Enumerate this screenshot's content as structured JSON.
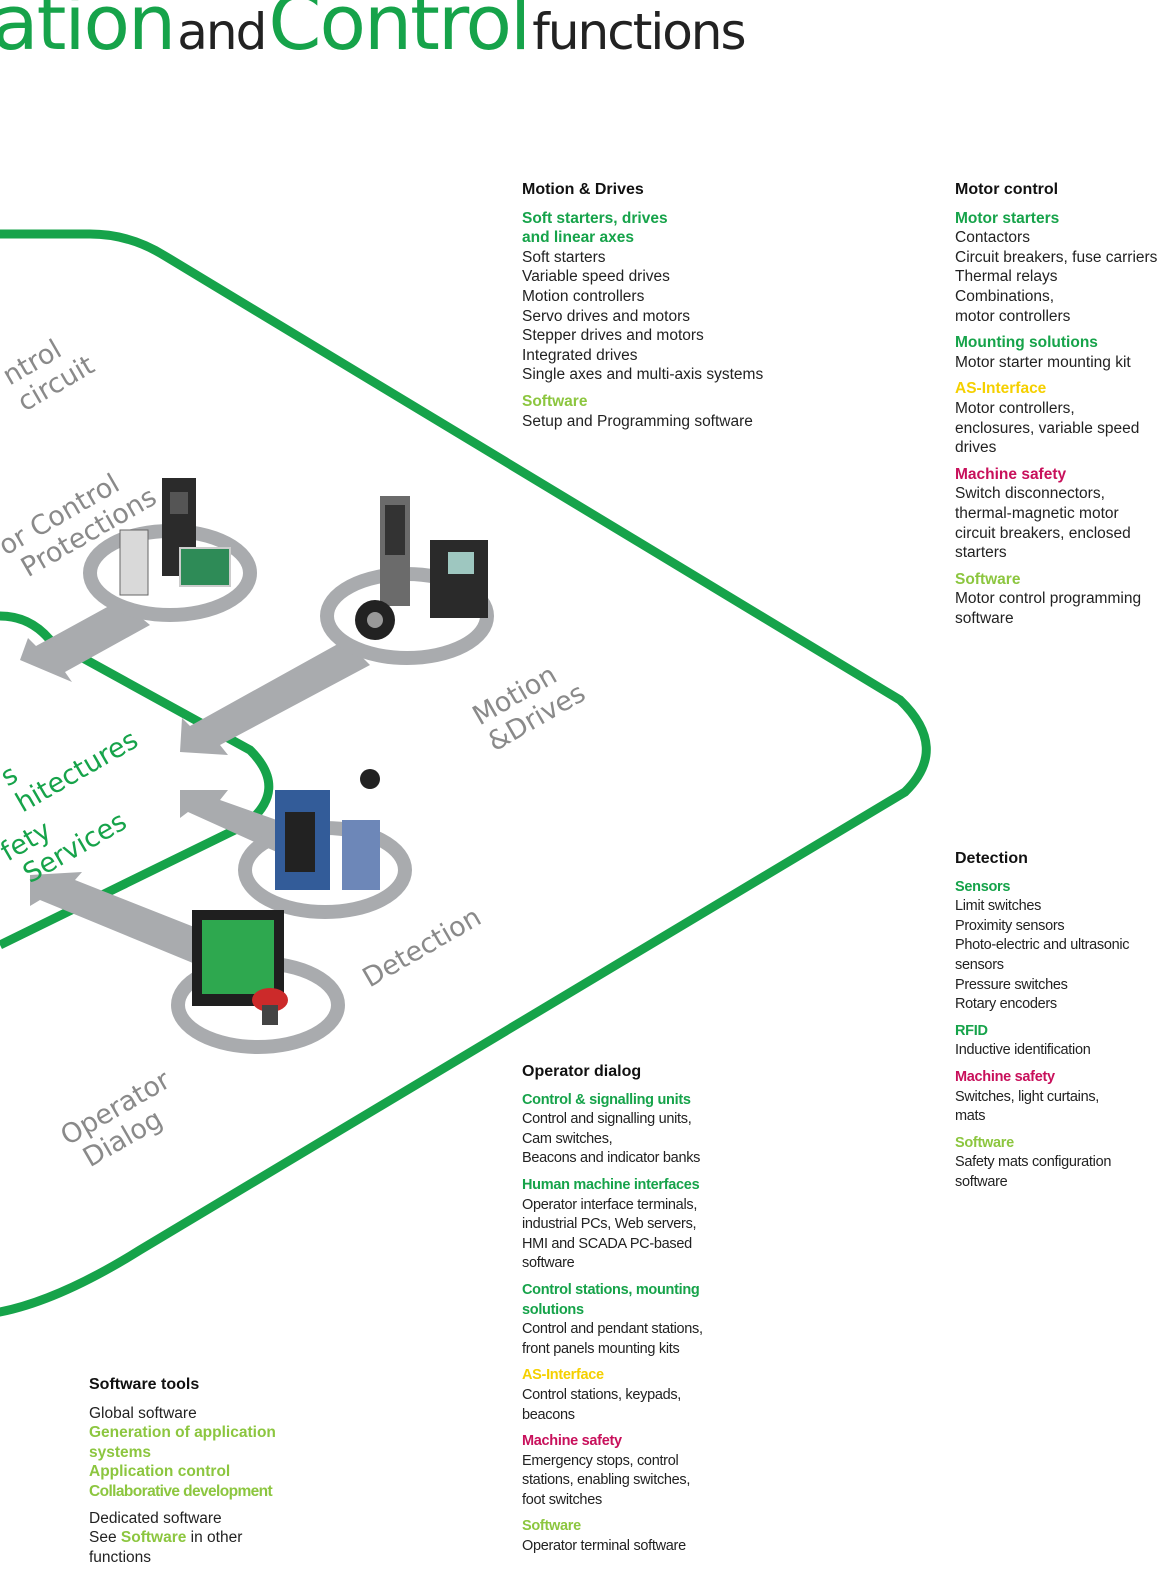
{
  "headline": {
    "part1": "ation",
    "part2": "and",
    "part3": "Control",
    "part4": "functions"
  },
  "diagram_labels": {
    "control_circuit": "ntrol\ncircuit",
    "motor_control": "or Control\n Protections",
    "motion_drives": "Motion\n&Drives",
    "architectures": "s\nhitectures",
    "safety_services": "fety\n Services",
    "detection": "Detection",
    "operator_dialog": "Operator\n Dialog"
  },
  "motion_drives": {
    "heading": "Motion & Drives",
    "groups": [
      {
        "category": "Soft starters, drives\nand linear axes",
        "color": "green",
        "items": [
          "Soft starters",
          "Variable speed drives",
          "Motion controllers",
          "Servo drives and motors",
          "Stepper drives and motors",
          "Integrated drives",
          "Single axes and multi-axis systems"
        ]
      },
      {
        "category": "Software",
        "color": "lime",
        "items": [
          "Setup and Programming software"
        ]
      }
    ]
  },
  "motor_control": {
    "heading": "Motor control",
    "groups": [
      {
        "category": "Motor starters",
        "color": "green",
        "items": [
          "Contactors",
          "Circuit breakers, fuse carriers",
          "Thermal relays",
          "Combinations,\nmotor controllers"
        ]
      },
      {
        "category": "Mounting solutions",
        "color": "green",
        "items": [
          "Motor starter mounting kit"
        ]
      },
      {
        "category": "AS-Interface",
        "color": "yellow",
        "items": [
          "Motor controllers,\nenclosures, variable speed\ndrives"
        ]
      },
      {
        "category": "Machine safety",
        "color": "magenta",
        "items": [
          "Switch disconnectors,\nthermal-magnetic motor\ncircuit breakers, enclosed\nstarters"
        ]
      },
      {
        "category": "Software",
        "color": "lime",
        "items": [
          "Motor control programming\nsoftware"
        ]
      }
    ]
  },
  "detection": {
    "heading": "Detection",
    "groups": [
      {
        "category": "Sensors",
        "color": "green",
        "items": [
          "Limit switches",
          "Proximity sensors",
          "Photo-electric and ultrasonic\nsensors",
          "Pressure switches",
          "Rotary encoders"
        ]
      },
      {
        "category": "RFID",
        "color": "green",
        "items": [
          "Inductive identification"
        ]
      },
      {
        "category": "Machine safety",
        "color": "magenta",
        "items": [
          "Switches, light curtains,\nmats"
        ]
      },
      {
        "category": "Software",
        "color": "lime",
        "items": [
          "Safety mats configuration\nsoftware"
        ]
      }
    ]
  },
  "operator_dialog": {
    "heading": "Operator dialog",
    "groups": [
      {
        "category": "Control & signalling units",
        "color": "green",
        "items": [
          "Control and signalling units,",
          "Cam switches,",
          "Beacons and indicator banks"
        ]
      },
      {
        "category": "Human machine interfaces",
        "color": "green",
        "items": [
          "Operator interface terminals,\nindustrial PCs, Web servers,\nHMI and SCADA PC-based\nsoftware"
        ]
      },
      {
        "category": "Control stations, mounting\nsolutions",
        "color": "green",
        "items": [
          "Control and pendant stations,\nfront panels mounting kits"
        ]
      },
      {
        "category": "AS-Interface",
        "color": "yellow",
        "items": [
          "Control stations, keypads,\nbeacons"
        ]
      },
      {
        "category": "Machine safety",
        "color": "magenta",
        "items": [
          "Emergency stops, control\nstations, enabling switches,\nfoot switches"
        ]
      },
      {
        "category": "Software",
        "color": "lime",
        "items": [
          "Operator terminal software"
        ]
      }
    ]
  },
  "software_tools": {
    "heading": "Software tools",
    "global_label": "Global software",
    "global_items": [
      "Generation of application\nsystems",
      "Application control",
      "Collaborative development"
    ],
    "dedicated_label": "Dedicated software",
    "see_prefix": "See ",
    "see_link": "Software",
    "see_suffix": " in other",
    "see_last": "functions"
  },
  "colors": {
    "green": "#16a34a",
    "lime": "#8cc63f",
    "yellow": "#f5d000",
    "magenta": "#c8105b",
    "gray": "#a9abae"
  }
}
